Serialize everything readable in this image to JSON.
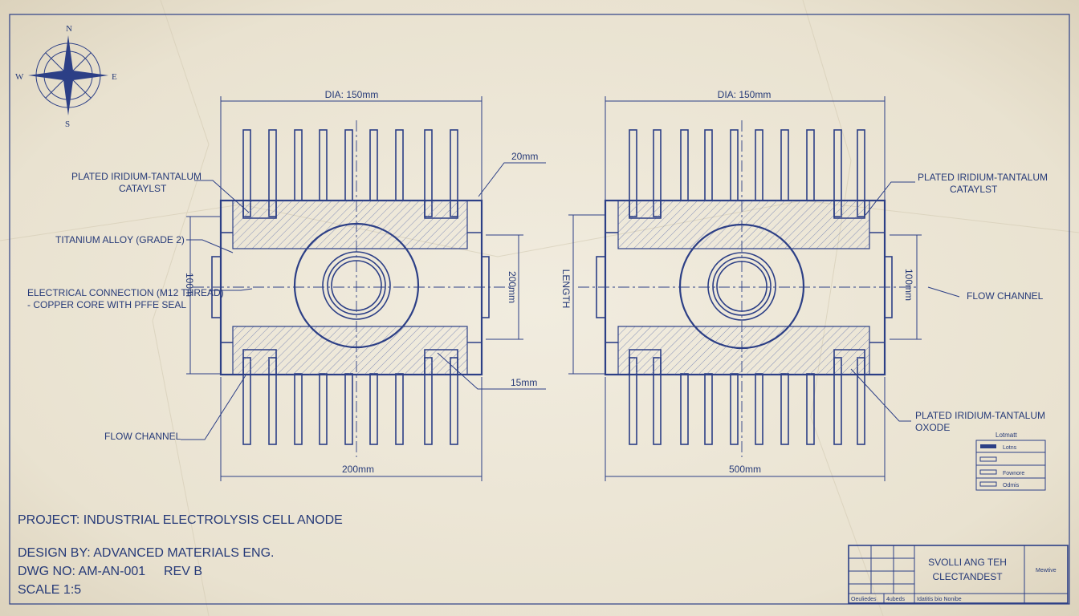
{
  "colors": {
    "paper": "#ece6d6",
    "ink": "#2c3f86",
    "hatch": "#6c7bb0"
  },
  "compass": {
    "n": "N",
    "s": "S",
    "e": "E",
    "w": "W"
  },
  "left_view": {
    "dia_label": "DIA: 150mm",
    "top_right_dim": "20mm",
    "catalyst_label_1": "PLATED IRIDIUM-TANTALUM",
    "catalyst_label_2": "CATAYLST",
    "titanium_label": "TITANIUM ALLOY (GRADE 2)",
    "electrical_label_1": "ELECTRICAL CONNECTION (M12 THREAD)",
    "electrical_label_2": "- COPPER CORE WITH PFFE SEAL",
    "left_vertical_dim": "100m",
    "right_vertical_dim": "200mm",
    "bottom_right_dim": "15mm",
    "flow_channel_label": "FLOW CHANNEL",
    "bottom_dim": "200mm"
  },
  "right_view": {
    "dia_label": "DIA: 150mm",
    "catalyst_label_1": "PLATED IRIDIUM-TANTALUM",
    "catalyst_label_2": "CATAYLST",
    "left_vertical_dim": "LENGTH",
    "right_vertical_dim": "100mm",
    "flow_channel_label": "FLOW CHANNEL",
    "oxide_label_1": "PLATED IRIDIUM-TANTALUM",
    "oxide_label_2": "OXODE",
    "bottom_dim": "500mm"
  },
  "legend": {
    "title": "Lotmatt",
    "items": [
      "Lotns",
      "Fownore",
      "Odmis"
    ]
  },
  "project": {
    "project_line": "PROJECT: INDUSTRIAL ELECTROLYSIS CELL ANODE",
    "design_line": "DESIGN BY: ADVANCED MATERIALS ENG.",
    "dwg_line": "DWG NO: AM-AN-001",
    "rev": "REV B",
    "scale_line": "SCALE  1:5"
  },
  "title_block": {
    "title_1": "SVOLLI ANG TEH",
    "title_2": "CLECTANDEST",
    "right_label": "Mewtive",
    "bottom_1": "Oeuliedes",
    "bottom_2": "4ubeds",
    "bottom_3": "Idatitis bio Nonibe"
  }
}
